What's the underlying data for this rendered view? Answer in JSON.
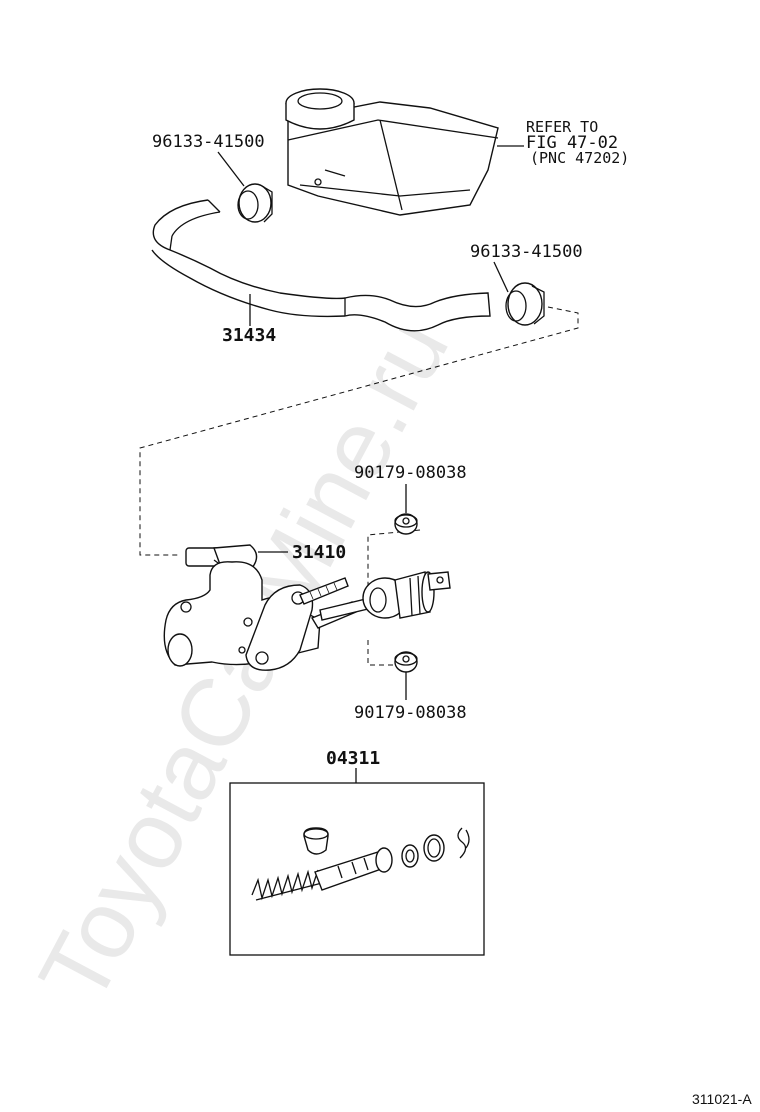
{
  "watermark": "ToyotaCarMine.ru",
  "labels": {
    "clamp_upper": "96133-41500",
    "clamp_lower": "96133-41500",
    "hose": "31434",
    "refer_line1": "REFER TO",
    "refer_line2": "FIG 47-02",
    "refer_line3": "(PNC 47202)",
    "nut_upper": "90179-08038",
    "master_cylinder": "31410",
    "nut_lower": "90179-08038",
    "kit": "04311"
  },
  "diagram_code": "311021-A"
}
